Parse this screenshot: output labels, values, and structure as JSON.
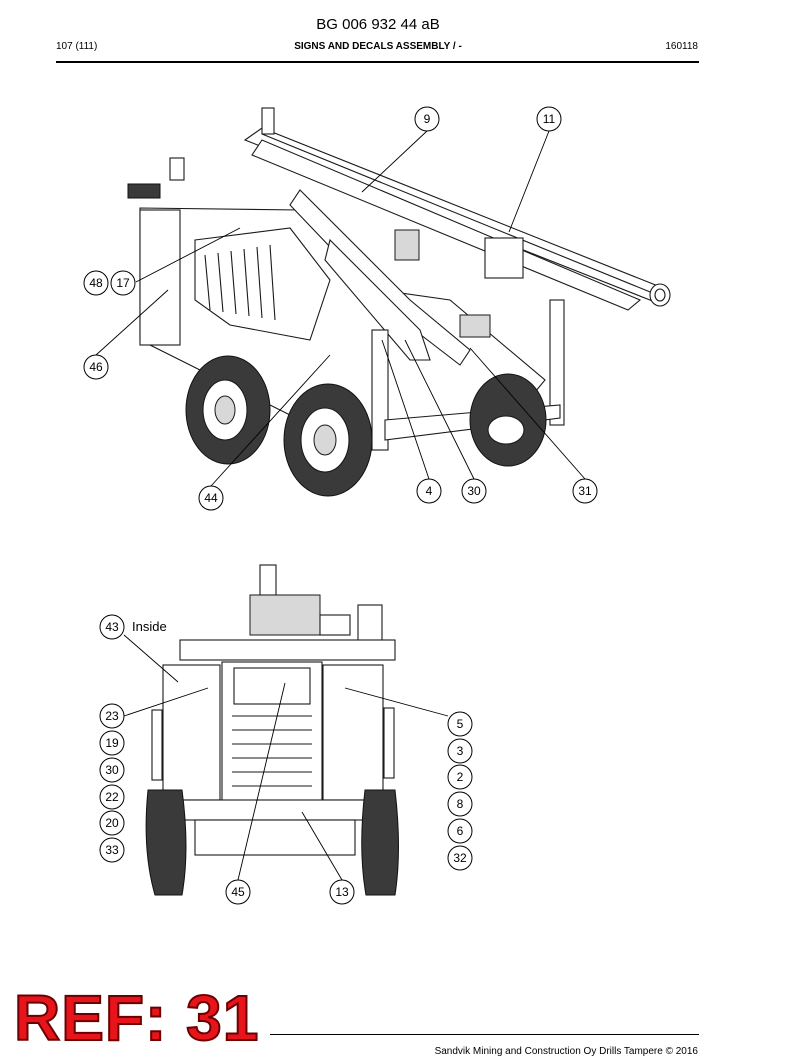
{
  "header": {
    "doc_number": "BG 006 932 44 aB",
    "page": "107 (111)",
    "section": "SIGNS AND DECALS ASSEMBLY / -",
    "code": "160118"
  },
  "callouts_top": [
    "9",
    "11",
    "48",
    "17",
    "46",
    "44",
    "4",
    "30",
    "31"
  ],
  "callouts_bottom": [
    "43",
    "23",
    "19",
    "30",
    "22",
    "20",
    "33",
    "45",
    "13",
    "5",
    "3",
    "2",
    "8",
    "6",
    "32"
  ],
  "inside_label": "Inside",
  "ref_stamp": "REF: 31",
  "footer": "Sandvik Mining and Construction Oy Drills Tampere © 2016"
}
